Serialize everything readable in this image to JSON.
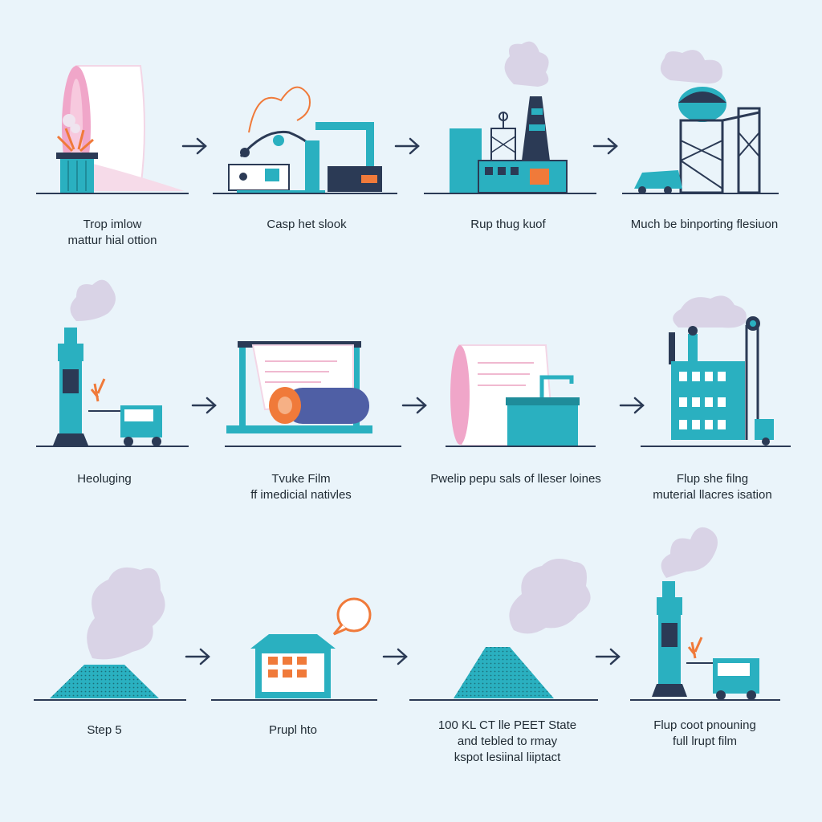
{
  "steps": [
    {
      "line1": "Trop imlow",
      "line2": "mattur hial ottion"
    },
    {
      "line1": "Casp het slook",
      "line2": ""
    },
    {
      "line1": "Rup thug kuof",
      "line2": ""
    },
    {
      "line1": "Much be binporting flesiuon",
      "line2": ""
    },
    {
      "line1": "Heoluging",
      "line2": ""
    },
    {
      "line1": "Tvuke Film",
      "line2": "ff imedicial nativles"
    },
    {
      "line1": "Pwelip pepu sals of lleser loines",
      "line2": ""
    },
    {
      "line1": "Flup she filng",
      "line2": "muterial llacres isation"
    },
    {
      "line1": "Step 5",
      "line2": ""
    },
    {
      "line1": "Prupl hto",
      "line2": ""
    },
    {
      "line1": "100 KL CT lle PEET State",
      "line2": "and tebled to rmay",
      "line3": "kspot lesiinal liiptact"
    },
    {
      "line1": "Flup coot pnouning",
      "line2": "full lrupt film"
    }
  ],
  "colors": {
    "teal": "#2ab0c0",
    "navy": "#2b3a55",
    "pink": "#e89ac0",
    "orange": "#f07a3a",
    "smoke": "#d9d3e6",
    "background": "#eaf4fa"
  }
}
